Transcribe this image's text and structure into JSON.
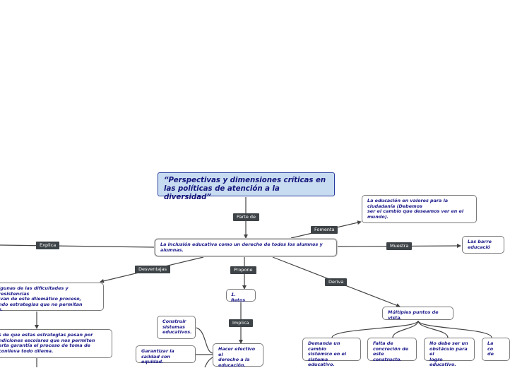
{
  "root": "“Perspectivas y dimensiones críticas en las políticas de atención a la diversidad”",
  "center": "La inclusión educativa como  un derecho de todos los alumnos y alumnas.",
  "fomenta_node": "La educación en valores  para la ciudadanía (Debemos\n ser el cambio que deseamos ver en el mundo).",
  "muestra_node": "Las barre\neducació",
  "desventaja_1": "lgunas de las dificultades y resistencias\nivan de este dilemático proceso,\nndo estrategias que no permitan\ns.",
  "desventaja_2": "s de que estas estrategias pasan por\nndiciones escolares que nos permiten\nerta garantía el proceso de toma de\n conlleva todo dilema.",
  "retos": "1. Retos",
  "construir": "Construir\nsistemas\neducativos.",
  "garantizar": "Garantizar la\ncalidad con equidad.",
  "hacer_efectivo": "Hacer efectivo el\nderecho a la\neducación.",
  "multiples": "Múltiples puntos de vista.",
  "deriva_children": [
    "Demanda un cambio\nsistémico en el\nsistema educativo.",
    "Falta de\nconcreción de\neste constructo.",
    "No debe ser un\nobstáculo para el\nlogro educativo.",
    "La\nco\nde"
  ],
  "labels": {
    "parte_de": "Parte de",
    "fomenta": "Fomenta",
    "explica": "Explica",
    "muestra": "Muestra",
    "desventajas": "Desventajas",
    "propone": "Propone",
    "deriva": "Deriva",
    "implica": "Implica"
  },
  "colors": {
    "root_fill": "#c7dcf0",
    "root_border": "#2a3da0",
    "node_text": "#1c1a8a",
    "label_fill": "#3d4347",
    "link": "#444444"
  }
}
